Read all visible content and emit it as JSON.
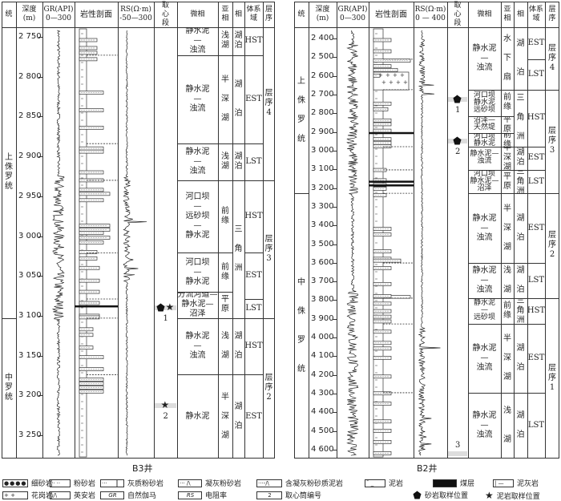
{
  "headers": {
    "tong": "统",
    "depth": "深度\n(m)",
    "lith": "岩性剖面",
    "core": "取\n心\n段",
    "microfacies": "微相",
    "subfacies": "亚\n相",
    "facies": "相",
    "tract": "体系\n域",
    "sequence": "层\n序"
  },
  "wells": [
    {
      "name": "B3井",
      "gr_header": "GR(API)\n0—300",
      "rs_header": "RS(Ω·m)\n-50—300",
      "depth_ticks": [
        "2 750",
        "2 800",
        "2 850",
        "2 900",
        "2 950",
        "3 000",
        "3 050",
        "3 100",
        "3 150",
        "3 200",
        "3 250"
      ],
      "depth_values": [
        2750,
        2800,
        2850,
        2900,
        2950,
        3000,
        3050,
        3100,
        3150,
        3200,
        3250
      ],
      "depth_range": [
        2738,
        3279
      ],
      "series": [
        {
          "text": "上\n侏\n罗\n统",
          "top": 2738,
          "bottom": 3103
        },
        {
          "text": "中\n罗\n统",
          "top": 3103,
          "bottom": 3279
        }
      ],
      "microfacies": [
        {
          "text": "静水泥\n—\n浊流",
          "top": 2738,
          "bottom": 2773
        },
        {
          "text": "静水泥\n—\n浊流",
          "top": 2773,
          "bottom": 2884
        },
        {
          "text": "静水泥\n—\n浊流",
          "top": 2884,
          "bottom": 2930
        },
        {
          "text": "河口坝\n—\n远砂坝\n—\n静水泥",
          "top": 2930,
          "bottom": 3021
        },
        {
          "text": "河口坝\n—\n静水泥",
          "top": 3021,
          "bottom": 3070
        },
        {
          "text": "分流河道—\n静水泥—\n沼泽",
          "top": 3070,
          "bottom": 3103
        },
        {
          "text": "静水泥\n—\n浊流",
          "top": 3103,
          "bottom": 3174
        },
        {
          "text": "静水泥",
          "top": 3174,
          "bottom": 3279
        }
      ],
      "subfacies": [
        {
          "text": "浅\n湖",
          "top": 2738,
          "bottom": 2773
        },
        {
          "text": "半\n\n深\n\n湖",
          "top": 2773,
          "bottom": 2884
        },
        {
          "text": "浅\n湖",
          "top": 2884,
          "bottom": 2930
        },
        {
          "text": "前\n缘",
          "top": 2930,
          "bottom": 3021
        },
        {
          "text": "前\n缘",
          "top": 3021,
          "bottom": 3070
        },
        {
          "text": "平\n原",
          "top": 3070,
          "bottom": 3103
        },
        {
          "text": "浅\n\n湖",
          "top": 3103,
          "bottom": 3174
        },
        {
          "text": "半\n\n深\n\n湖",
          "top": 3174,
          "bottom": 3279
        }
      ],
      "facies": [
        {
          "text": "湖\n泊",
          "top": 2738,
          "bottom": 2773
        },
        {
          "text": "湖\n\n\n泊",
          "top": 2773,
          "bottom": 2884
        },
        {
          "text": "湖\n泊",
          "top": 2884,
          "bottom": 2930
        },
        {
          "text": "三\n\n角\n\n洲",
          "top": 2930,
          "bottom": 3103
        },
        {
          "text": "湖\n\n泊",
          "top": 3103,
          "bottom": 3174
        },
        {
          "text": "湖\n\n泊",
          "top": 3174,
          "bottom": 3279
        }
      ],
      "tracts": [
        {
          "text": "HST",
          "top": 2738,
          "bottom": 2773
        },
        {
          "text": "EST",
          "top": 2773,
          "bottom": 2884
        },
        {
          "text": "LST",
          "top": 2884,
          "bottom": 2930
        },
        {
          "text": "HST",
          "top": 2930,
          "bottom": 3021
        },
        {
          "text": "EST",
          "top": 3021,
          "bottom": 3079
        },
        {
          "text": "LST",
          "top": 3079,
          "bottom": 3103
        },
        {
          "text": "HST",
          "top": 3103,
          "bottom": 3174
        },
        {
          "text": "EST",
          "top": 3174,
          "bottom": 3279
        }
      ],
      "sequences": [
        {
          "text": "层\n序\n4",
          "top": 2738,
          "bottom": 2930
        },
        {
          "text": "层\n序\n3",
          "top": 2930,
          "bottom": 3103
        },
        {
          "text": "层\n序\n2",
          "top": 3103,
          "bottom": 3279
        }
      ],
      "cores": [
        {
          "label": "1",
          "depth": 3090,
          "sandstone": true,
          "mudstone": true
        },
        {
          "label": "2",
          "depth": 3213,
          "sandstone": false,
          "mudstone": true
        }
      ],
      "beds": [
        [
          2752,
          "silt",
          22
        ],
        [
          2762,
          "silt",
          22
        ],
        [
          2768,
          "silt",
          22
        ],
        [
          2776,
          "silt",
          22
        ],
        [
          2818,
          "silt",
          30
        ],
        [
          2840,
          "tuff",
          30
        ],
        [
          2862,
          "silt",
          30
        ],
        [
          2888,
          "silt",
          30
        ],
        [
          2892,
          "silt",
          30
        ],
        [
          2918,
          "silt",
          30
        ],
        [
          2928,
          "silt",
          30
        ],
        [
          2940,
          "tuff",
          30
        ],
        [
          2945,
          "tuff",
          38
        ],
        [
          2953,
          "tuff",
          30
        ],
        [
          2985,
          "tuff",
          38
        ],
        [
          2990,
          "tuff",
          38
        ],
        [
          2994,
          "silt",
          30
        ],
        [
          3000,
          "tuff",
          38
        ],
        [
          3006,
          "silt",
          30
        ],
        [
          3018,
          "silt",
          22
        ],
        [
          3026,
          "silt",
          22
        ],
        [
          3038,
          "silt",
          25
        ],
        [
          3054,
          "silt",
          25
        ],
        [
          3068,
          "silt",
          25
        ],
        [
          3082,
          "silt",
          25
        ],
        [
          3098,
          "silt",
          25
        ],
        [
          3100,
          "silt",
          25
        ],
        [
          3115,
          "silt",
          17
        ],
        [
          3122,
          "silt",
          17
        ],
        [
          3138,
          "silt",
          17
        ],
        [
          3150,
          "tuff",
          30
        ],
        [
          3165,
          "tuff",
          30
        ],
        [
          3178,
          "tuff",
          30
        ],
        [
          3183,
          "tuff",
          30
        ],
        [
          3188,
          "tuff",
          30
        ],
        [
          3193,
          "tuff",
          30
        ]
      ],
      "coals": [
        3088
      ],
      "boundaries": [
        2773,
        2884,
        2930,
        3021,
        3079,
        3103,
        3174
      ],
      "gr_noisy": [
        [
          2925,
          3105
        ]
      ],
      "rs_noisy": [
        [
          2925,
          3060
        ]
      ]
    },
    {
      "name": "B2井",
      "gr_header": "GR(API)\n0—300",
      "rs_header": "RS(Ω·m)\n0 — 400",
      "depth_ticks": [
        "2 400",
        "2 500",
        "2 600",
        "2 700",
        "2 800",
        "2 900",
        "3 000",
        "3 100",
        "3 200",
        "3 300",
        "3 400",
        "3 500",
        "3 600",
        "3 700",
        "3 800",
        "3 900",
        "4 000",
        "4 100",
        "4 200",
        "4 300",
        "4 400",
        "4 500",
        "4 600"
      ],
      "depth_values": [
        2400,
        2500,
        2600,
        2700,
        2800,
        2900,
        3000,
        3100,
        3200,
        3300,
        3400,
        3500,
        3600,
        3700,
        3800,
        3900,
        4000,
        4100,
        4200,
        4300,
        4400,
        4500,
        4600
      ],
      "depth_range": [
        2340,
        4647
      ],
      "series": [
        {
          "text": "上\n\n侏\n\n罗\n\n统",
          "top": 2340,
          "bottom": 3228
        },
        {
          "text": "中\n\n\n侏\n\n\n罗\n\n\n统",
          "top": 3228,
          "bottom": 4647
        }
      ],
      "microfacies": [
        {
          "text": "静水泥\n—\n浊流",
          "top": 2340,
          "bottom": 2674
        },
        {
          "text": "河口坝\n静水泥\n远砂坝",
          "top": 2674,
          "bottom": 2816
        },
        {
          "text": "沼泽—\n天然堤",
          "top": 2816,
          "bottom": 2906
        },
        {
          "text": "河口坝\n静水泥",
          "top": 2906,
          "bottom": 2979
        },
        {
          "text": "静水泥—\n浊流",
          "top": 2979,
          "bottom": 3103
        },
        {
          "text": "河口坝\n静水泥—\n沼泽",
          "top": 3103,
          "bottom": 3228
        },
        {
          "text": "静水泥\n—\n浊流",
          "top": 3228,
          "bottom": 3601
        },
        {
          "text": "静水泥\n—\n浊流",
          "top": 3601,
          "bottom": 3789
        },
        {
          "text": "静水泥\n—\n远砂坝",
          "top": 3789,
          "bottom": 3927
        },
        {
          "text": "静水泥\n—\n浊流",
          "top": 3927,
          "bottom": 4295
        },
        {
          "text": "静水泥\n—\n浊流",
          "top": 4295,
          "bottom": 4647
        }
      ],
      "subfacies": [
        {
          "text": "水\n\n下\n\n扇",
          "top": 2340,
          "bottom": 2674
        },
        {
          "text": "前\n缘",
          "top": 2674,
          "bottom": 2816
        },
        {
          "text": "平\n原",
          "top": 2816,
          "bottom": 2906
        },
        {
          "text": "前\n缘",
          "top": 2906,
          "bottom": 2979
        },
        {
          "text": "半\n深\n湖",
          "top": 2979,
          "bottom": 3103
        },
        {
          "text": "平\n原",
          "top": 3103,
          "bottom": 3228
        },
        {
          "text": "半\n\n深\n\n湖",
          "top": 3228,
          "bottom": 3601
        },
        {
          "text": "浅\n\n湖",
          "top": 3601,
          "bottom": 3789
        },
        {
          "text": "前\n缘",
          "top": 3789,
          "bottom": 3927
        },
        {
          "text": "半\n\n深\n\n湖",
          "top": 3927,
          "bottom": 4295
        },
        {
          "text": "浅\n\n\n湖",
          "top": 4295,
          "bottom": 4647
        }
      ],
      "facies": [
        {
          "text": "湖\n\n\n泊",
          "top": 2340,
          "bottom": 2674
        },
        {
          "text": "三\n\n角\n\n洲",
          "top": 2674,
          "bottom": 2979
        },
        {
          "text": "湖\n泊",
          "top": 2979,
          "bottom": 3103
        },
        {
          "text": "三\n角\n洲",
          "top": 3103,
          "bottom": 3228
        },
        {
          "text": "湖\n\n泊",
          "top": 3228,
          "bottom": 3601
        },
        {
          "text": "湖\n\n泊",
          "top": 3601,
          "bottom": 3789
        },
        {
          "text": "三\n角\n洲",
          "top": 3789,
          "bottom": 3927
        },
        {
          "text": "湖\n\n泊",
          "top": 3927,
          "bottom": 4295
        },
        {
          "text": "湖\n\n泊",
          "top": 4295,
          "bottom": 4647
        }
      ],
      "tracts": [
        {
          "text": "EST",
          "top": 2340,
          "bottom": 2511
        },
        {
          "text": "LST",
          "top": 2511,
          "bottom": 2674
        },
        {
          "text": "HST",
          "top": 2674,
          "bottom": 2979
        },
        {
          "text": "EST",
          "top": 2979,
          "bottom": 3103
        },
        {
          "text": "LST",
          "top": 3103,
          "bottom": 3228
        },
        {
          "text": "EST",
          "top": 3228,
          "bottom": 3601
        },
        {
          "text": "LST",
          "top": 3601,
          "bottom": 3789
        },
        {
          "text": "HST",
          "top": 3789,
          "bottom": 3927
        },
        {
          "text": "EST",
          "top": 3927,
          "bottom": 4295
        },
        {
          "text": "LST",
          "top": 4295,
          "bottom": 4647
        }
      ],
      "sequences": [
        {
          "text": "层\n序\n4",
          "top": 2340,
          "bottom": 2674
        },
        {
          "text": "层\n序\n3",
          "top": 2674,
          "bottom": 3228
        },
        {
          "text": "层\n序\n2",
          "top": 3228,
          "bottom": 3789
        },
        {
          "text": "层\n序\n1",
          "top": 3789,
          "bottom": 4647
        }
      ],
      "cores": [
        {
          "label": "1",
          "depth": 2726,
          "sandstone": true,
          "mudstone": false
        },
        {
          "label": "2",
          "depth": 2949,
          "sandstone": true,
          "mudstone": false
        },
        {
          "label": "3",
          "depth": 4630,
          "sandstone": false,
          "mudstone": false
        }
      ],
      "beds": [
        [
          2400,
          "silt",
          22
        ],
        [
          2460,
          "silt",
          22
        ],
        [
          2510,
          "granite",
          46
        ],
        [
          2540,
          "silt",
          22
        ],
        [
          2560,
          "silt",
          30
        ],
        [
          2590,
          "silt",
          8
        ],
        [
          2740,
          "tuff",
          22
        ],
        [
          2770,
          "tuff",
          18
        ],
        [
          2830,
          "tuff",
          22
        ],
        [
          2850,
          "tuff",
          22
        ],
        [
          2885,
          "tuff",
          22
        ],
        [
          2930,
          "tuff",
          22
        ],
        [
          2950,
          "tuff",
          22
        ],
        [
          2968,
          "tuff",
          22
        ],
        [
          3095,
          "silt",
          16
        ],
        [
          3150,
          "silt",
          16
        ],
        [
          3175,
          "silt",
          16
        ],
        [
          3195,
          "silt",
          16
        ],
        [
          3230,
          "silt",
          16
        ],
        [
          3410,
          "silt",
          22
        ],
        [
          3440,
          "silt",
          22
        ],
        [
          3530,
          "silt",
          22
        ],
        [
          3570,
          "silt",
          22
        ],
        [
          3580,
          "silt",
          34
        ],
        [
          3620,
          "silt",
          22
        ],
        [
          3705,
          "silt",
          22
        ],
        [
          3770,
          "silt",
          22
        ],
        [
          3810,
          "silt",
          22
        ],
        [
          3850,
          "silt",
          22
        ],
        [
          3880,
          "silt",
          22
        ],
        [
          3905,
          "silt",
          22
        ],
        [
          3960,
          "silt",
          22
        ],
        [
          4020,
          "silt",
          22
        ],
        [
          4050,
          "silt",
          22
        ],
        [
          4100,
          "silt",
          22
        ],
        [
          4200,
          "silt",
          22
        ],
        [
          4290,
          "silt",
          22
        ],
        [
          4345,
          "silt",
          22
        ],
        [
          4440,
          "silt",
          22
        ],
        [
          4490,
          "silt",
          22
        ],
        [
          4550,
          "silt",
          22
        ],
        [
          4610,
          "silt",
          22
        ]
      ],
      "granite": [
        [
          2580,
          2675
        ]
      ],
      "tuffzone": [
        [
          3775,
          3790
        ]
      ],
      "coals": [
        2905,
        3165,
        3185
      ],
      "boundaries": [
        2511,
        2674,
        2979,
        3103,
        3228,
        3601,
        3789,
        3927,
        4295
      ],
      "gr_noisy": [
        [
          2430,
          3230
        ],
        [
          3750,
          4647
        ]
      ],
      "rs_noisy": [
        [
          2400,
          2700
        ],
        [
          3950,
          4647
        ]
      ]
    }
  ],
  "legend": {
    "fine_sandstone": "细砂岩",
    "siltstone": "粉砂岩",
    "calc_siltstone": "灰质粉砂岩",
    "tuff_siltstone": "凝灰粉砂岩",
    "tuff_silty_mudstone": "含凝灰粉砂质泥岩",
    "mudstone": "泥岩",
    "coal": "煤层",
    "marl": "泥灰岩",
    "granite": "花岗岩",
    "dacite": "英安岩",
    "gr_abbr": "GR",
    "gr": "自然伽马",
    "rs_abbr": "RS",
    "rs": "电阻率",
    "core_no_example": "2",
    "core_no": "取心筒编号",
    "sand_sample": "砂岩取样位置",
    "mud_sample": "泥岩取样位置"
  },
  "colors": {
    "line": "#333333",
    "band": "#dddddd",
    "ink": "#111111"
  }
}
